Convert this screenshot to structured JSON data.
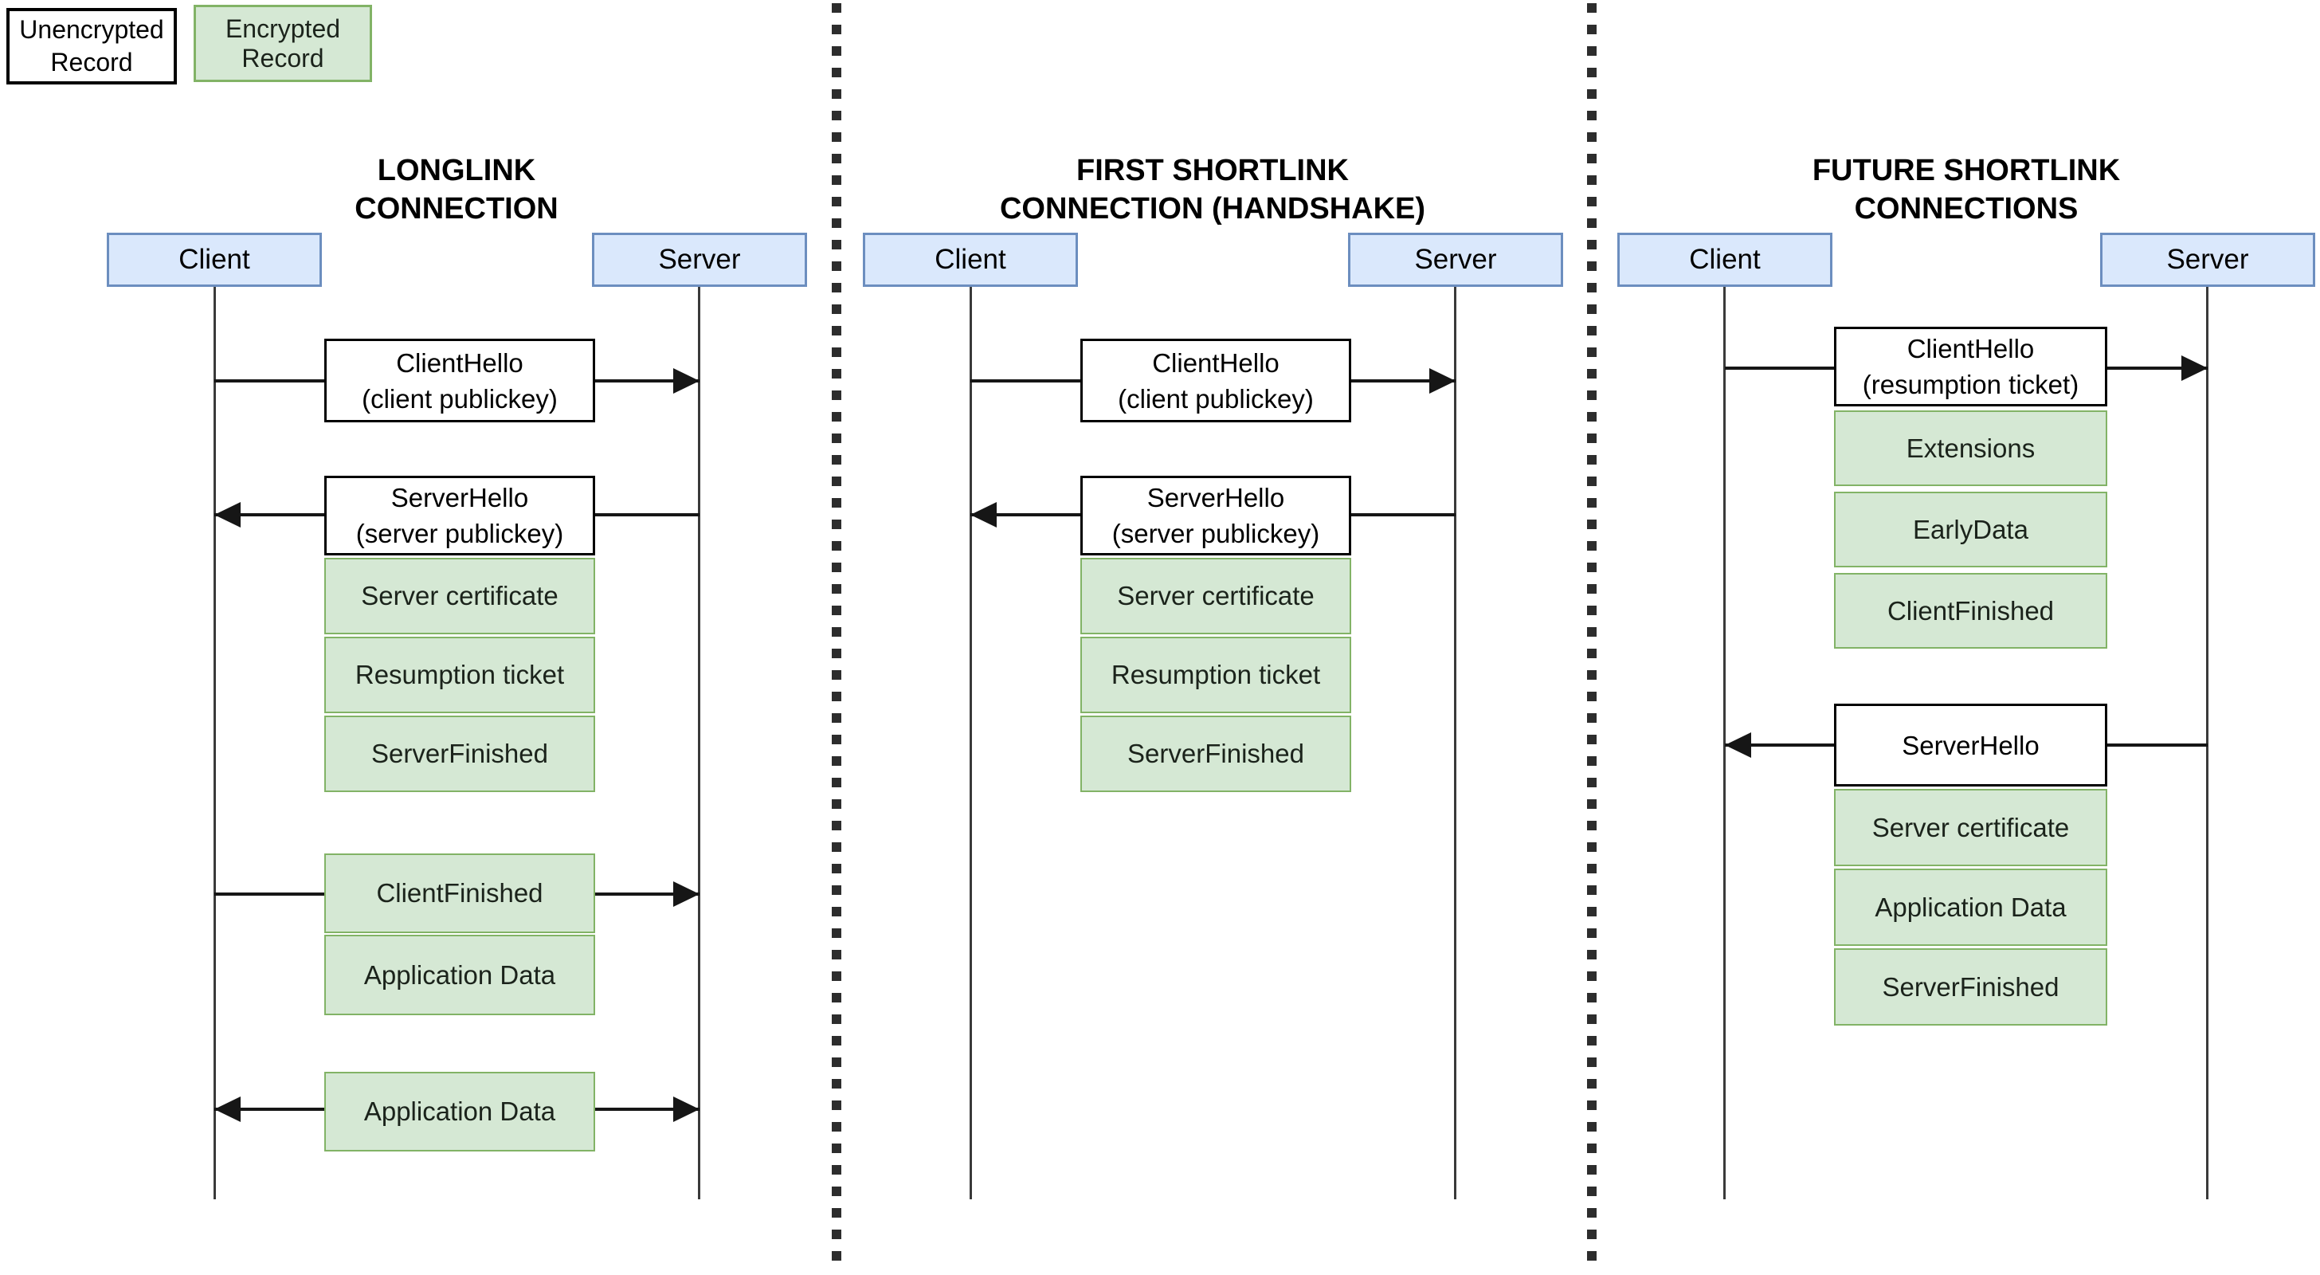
{
  "legend": {
    "unencrypted_label": "Unencrypted Record",
    "encrypted_label": "Encrypted Record"
  },
  "colors": {
    "actor_fill": "#dae8fc",
    "actor_border": "#6c8ebf",
    "encrypted_fill": "#d5e8d4",
    "encrypted_border": "#82b366",
    "unencrypted_fill": "#ffffff",
    "unencrypted_border": "#000000",
    "line_color": "#161616"
  },
  "panels": [
    {
      "title_lines": [
        "LONGLINK",
        "CONNECTION"
      ],
      "client_label": "Client",
      "server_label": "Server",
      "clienthello_lines": [
        "ClientHello",
        "(client publickey)"
      ],
      "serverhello_lines": [
        "ServerHello",
        "(server publickey)"
      ],
      "serverhello_records": [
        "Server certificate",
        "Resumption ticket",
        "ServerFinished"
      ],
      "clientfinished_label": "ClientFinished",
      "clientfinished_records": [
        "Application Data"
      ],
      "appdata_label": "Application Data"
    },
    {
      "title_lines": [
        "FIRST SHORTLINK",
        "CONNECTION (HANDSHAKE)"
      ],
      "client_label": "Client",
      "server_label": "Server",
      "clienthello_lines": [
        "ClientHello",
        "(client publickey)"
      ],
      "serverhello_lines": [
        "ServerHello",
        "(server publickey)"
      ],
      "serverhello_records": [
        "Server certificate",
        "Resumption ticket",
        "ServerFinished"
      ]
    },
    {
      "title_lines": [
        "FUTURE SHORTLINK",
        "CONNECTIONS"
      ],
      "client_label": "Client",
      "server_label": "Server",
      "clienthello_lines": [
        "ClientHello",
        "(resumption ticket)"
      ],
      "clienthello_records": [
        "Extensions",
        "EarlyData",
        "ClientFinished"
      ],
      "serverhello_lines": [
        "ServerHello"
      ],
      "serverhello_records": [
        "Server certificate",
        "Application Data",
        "ServerFinished"
      ]
    }
  ]
}
